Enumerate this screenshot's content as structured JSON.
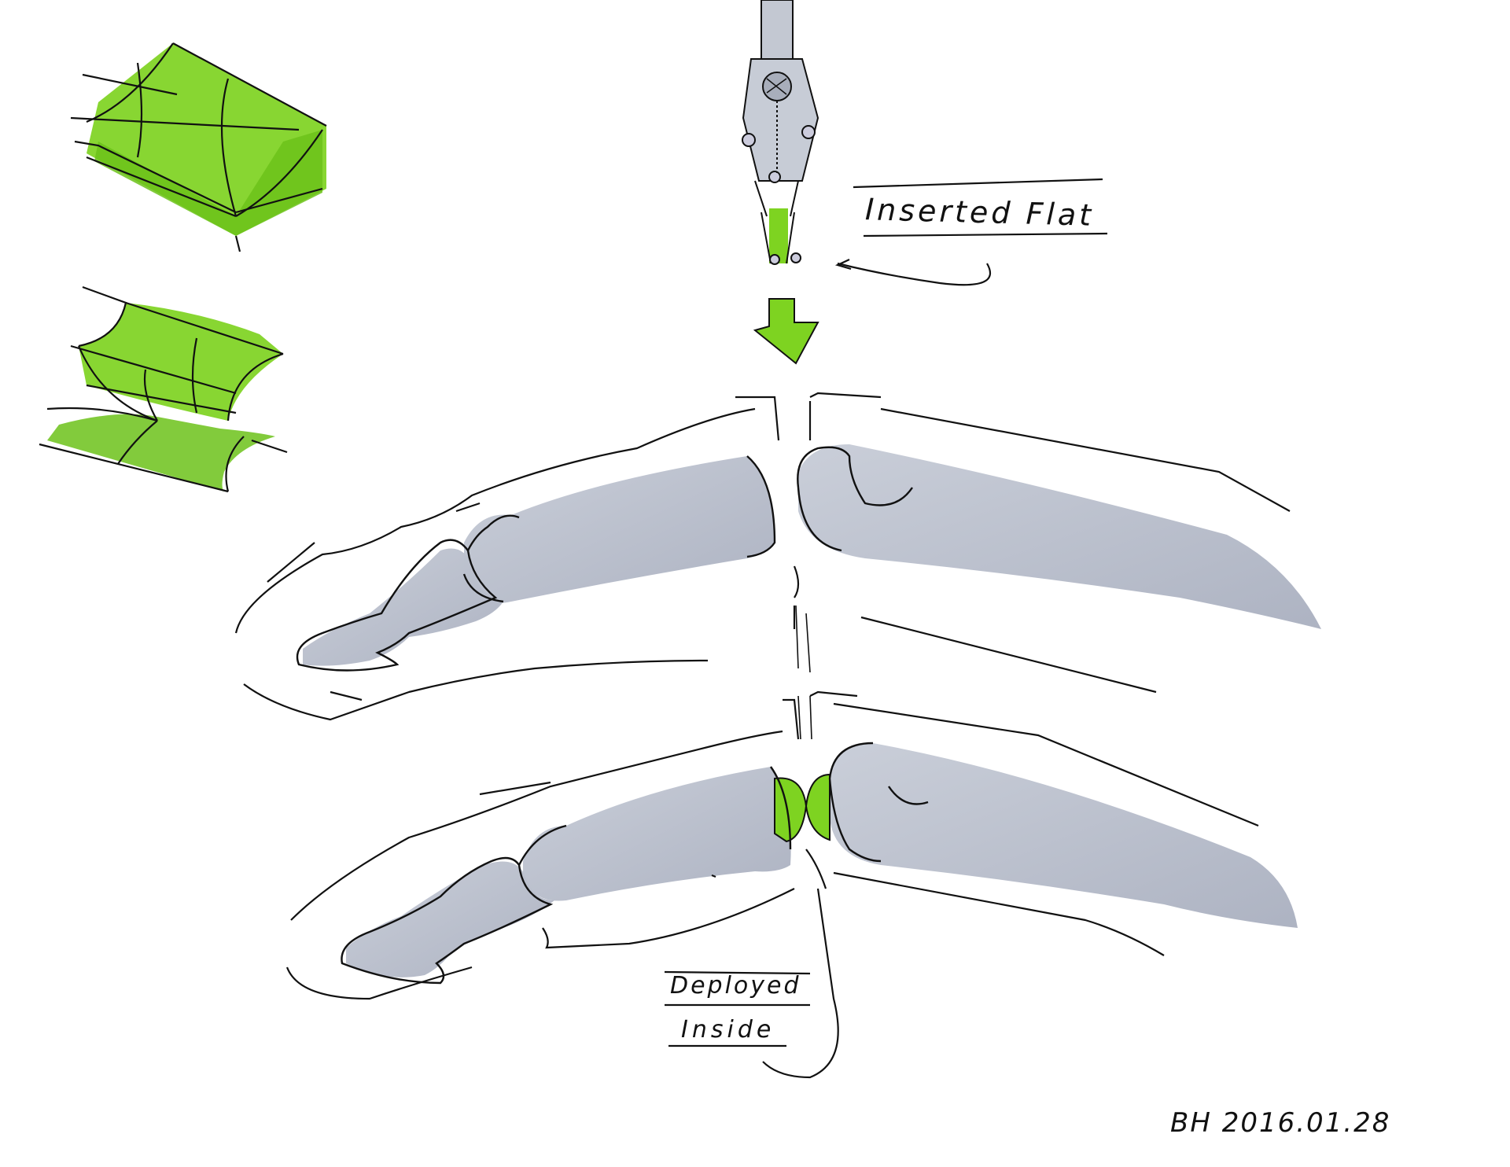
{
  "labels": {
    "inserted_flat": "Inserted Flat",
    "deployed": "Deployed",
    "inside": "Inside",
    "signature": "BH 2016.01.28"
  },
  "colors": {
    "implant_green": "#7ed321",
    "bone_grey": "#b9bfcc",
    "bone_shadow": "#9ea5b6",
    "ink": "#111111",
    "paper": "#ffffff"
  }
}
